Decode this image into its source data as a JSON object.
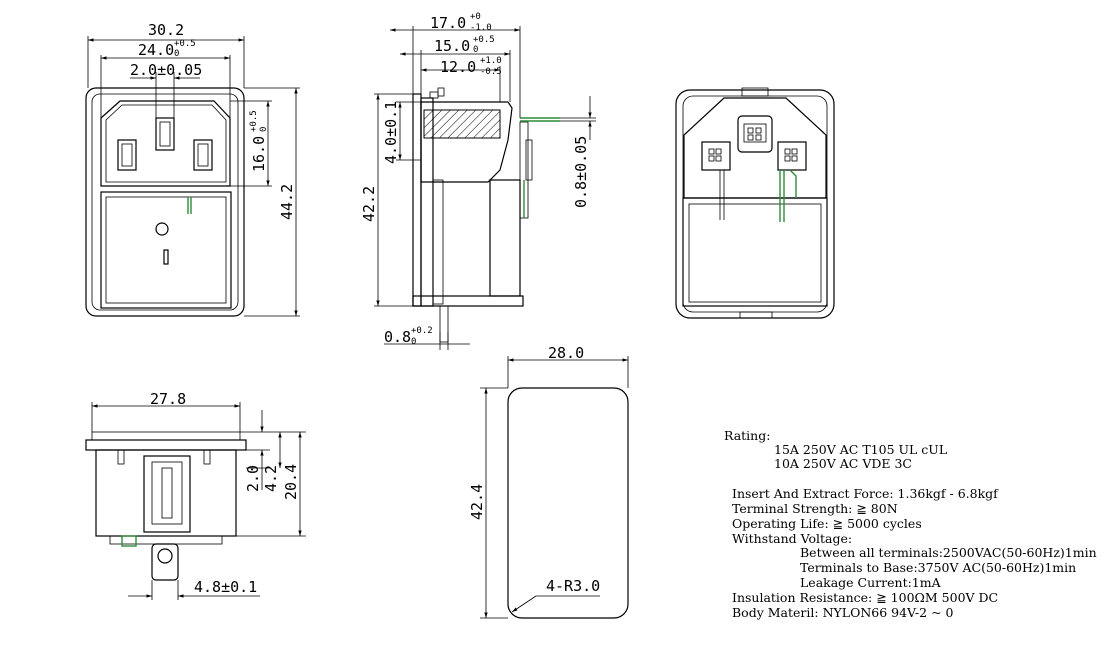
{
  "front_view": {
    "width_overall": "30.2",
    "inlet_width": "24.0",
    "inlet_width_tol_upper": "+0.5",
    "inlet_width_tol_lower": "0",
    "pin_width": "2.0±0.05",
    "inlet_height": "16.0",
    "inlet_height_tol_upper": "+0.5",
    "inlet_height_tol_lower": "0",
    "height_overall": "44.2"
  },
  "side_view": {
    "depth_a": "17.0",
    "depth_a_tol_upper": "+0",
    "depth_a_tol_lower": "-1.0",
    "depth_b": "15.0",
    "depth_b_tol_upper": "+0.5",
    "depth_b_tol_lower": "0",
    "depth_c": "12.0",
    "depth_c_tol_upper": "+1.0",
    "depth_c_tol_lower": "-0.5",
    "flange": "4.0±0.1",
    "body_height": "42.2",
    "terminal_thickness": "0.8±0.05",
    "clip": "0.8",
    "clip_tol_upper": "+0.2",
    "clip_tol_lower": "0"
  },
  "bottom_view": {
    "width": "27.8",
    "h_a": "2.0",
    "h_b": "4.2",
    "h_c": "20.4",
    "tab": "4.8±0.1"
  },
  "panel_cutout": {
    "width": "28.0",
    "height": "42.4",
    "radius": "4-R3.0"
  },
  "specs": {
    "rating_label": "Rating:",
    "rating_1": "15A 250V AC T105 UL cUL",
    "rating_2": "10A 250V AC VDE  3C",
    "force": "Insert And Extract Force:  1.36kgf - 6.8kgf",
    "terminal_strength": "Terminal Strength:  ≧ 80N",
    "operating_life": "Operating Life:  ≧ 5000 cycles",
    "withstand": "Withstand Voltage:",
    "wv_1": "Between all terminals:2500VAC(50-60Hz)1min",
    "wv_2": "Terminals to Base:3750V AC(50-60Hz)1min",
    "wv_3": "Leakage Current:1mA",
    "insulation": "Insulation Resistance: ≧ 100ΩM  500V DC",
    "body": "Body Materil:   NYLON66   94V-2 ~ 0"
  }
}
